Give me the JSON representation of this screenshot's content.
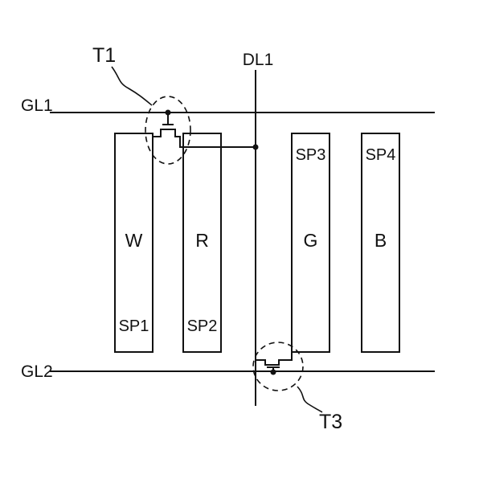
{
  "diagram": {
    "description": "Patent-style display sub-pixel layout schematic",
    "gate_lines": [
      {
        "label": "GL1"
      },
      {
        "label": "GL2"
      }
    ],
    "data_line": {
      "label": "DL1"
    },
    "transistors": [
      {
        "label": "T1"
      },
      {
        "label": "T3"
      }
    ],
    "subpixels": [
      {
        "color_letter": "W",
        "label": "SP1"
      },
      {
        "color_letter": "R",
        "label": "SP2"
      },
      {
        "color_letter": "G",
        "label": "SP3"
      },
      {
        "color_letter": "B",
        "label": "SP4"
      }
    ],
    "colors": {
      "ink": "#111111",
      "background": "#ffffff"
    }
  }
}
